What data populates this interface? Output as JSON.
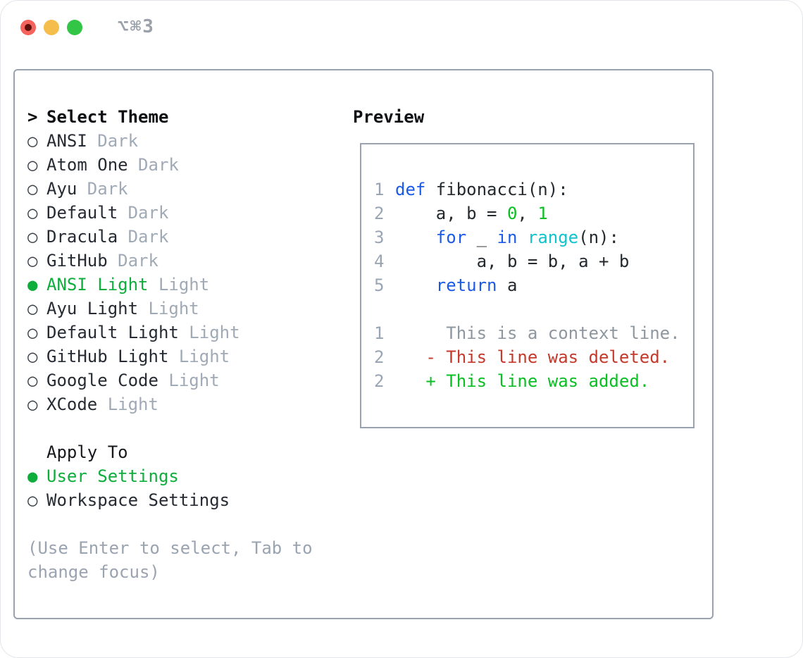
{
  "window": {
    "shortcut": "⌥⌘3"
  },
  "markers": {
    "prompt": ">",
    "unselected": "○",
    "selected": "●"
  },
  "theme_picker": {
    "header": "Select Theme",
    "items": [
      {
        "name": "ANSI",
        "variant": "Dark",
        "selected": false
      },
      {
        "name": "Atom One",
        "variant": "Dark",
        "selected": false
      },
      {
        "name": "Ayu",
        "variant": "Dark",
        "selected": false
      },
      {
        "name": "Default",
        "variant": "Dark",
        "selected": false
      },
      {
        "name": "Dracula",
        "variant": "Dark",
        "selected": false
      },
      {
        "name": "GitHub",
        "variant": "Dark",
        "selected": false
      },
      {
        "name": "ANSI Light",
        "variant": "Light",
        "selected": true
      },
      {
        "name": "Ayu Light",
        "variant": "Light",
        "selected": false
      },
      {
        "name": "Default Light",
        "variant": "Light",
        "selected": false
      },
      {
        "name": "GitHub Light",
        "variant": "Light",
        "selected": false
      },
      {
        "name": "Google Code",
        "variant": "Light",
        "selected": false
      },
      {
        "name": "XCode",
        "variant": "Light",
        "selected": false
      }
    ]
  },
  "apply_to": {
    "header": "Apply To",
    "options": [
      {
        "name": "User Settings",
        "selected": true
      },
      {
        "name": "Workspace Settings",
        "selected": false
      }
    ]
  },
  "hint": {
    "lines": [
      "(Use Enter to select, Tab to",
      "change focus)"
    ]
  },
  "preview": {
    "title": "Preview",
    "code_lines": [
      {
        "num": "1",
        "tokens": [
          {
            "t": "def",
            "c": "kw"
          },
          {
            "t": " fibonacci(n):",
            "c": "plain"
          }
        ]
      },
      {
        "num": "2",
        "tokens": [
          {
            "t": "    a, b = ",
            "c": "plain"
          },
          {
            "t": "0",
            "c": "num"
          },
          {
            "t": ", ",
            "c": "plain"
          },
          {
            "t": "1",
            "c": "num"
          }
        ]
      },
      {
        "num": "3",
        "tokens": [
          {
            "t": "    ",
            "c": "plain"
          },
          {
            "t": "for",
            "c": "kw"
          },
          {
            "t": " _ ",
            "c": "plain"
          },
          {
            "t": "in",
            "c": "kw"
          },
          {
            "t": " ",
            "c": "plain"
          },
          {
            "t": "range",
            "c": "fn"
          },
          {
            "t": "(n):",
            "c": "plain"
          }
        ]
      },
      {
        "num": "4",
        "tokens": [
          {
            "t": "        a, b = b, a + b",
            "c": "plain"
          }
        ]
      },
      {
        "num": "5",
        "tokens": [
          {
            "t": "    ",
            "c": "plain"
          },
          {
            "t": "return",
            "c": "kw"
          },
          {
            "t": " a",
            "c": "plain"
          }
        ]
      },
      {
        "num": "",
        "tokens": []
      },
      {
        "num": "1",
        "tokens": [
          {
            "t": "     This is a context line.",
            "c": "ctx"
          }
        ]
      },
      {
        "num": "2",
        "tokens": [
          {
            "t": "   - This line was deleted.",
            "c": "del"
          }
        ]
      },
      {
        "num": "2",
        "tokens": [
          {
            "t": "   + This line was added.",
            "c": "add"
          }
        ]
      }
    ]
  },
  "colors": {
    "accent_green": "#0fad3c",
    "added_green": "#0abf23",
    "deleted_red": "#c5392b",
    "keyword_blue": "#1b5ae8",
    "function_cyan": "#10c3cc",
    "muted_gray": "#9fa8b4",
    "text_dark": "#24292e",
    "panel_border": "#99a2ae",
    "traffic_red": "#f4635c",
    "traffic_yellow": "#f5bd4b",
    "traffic_green": "#33c646"
  }
}
